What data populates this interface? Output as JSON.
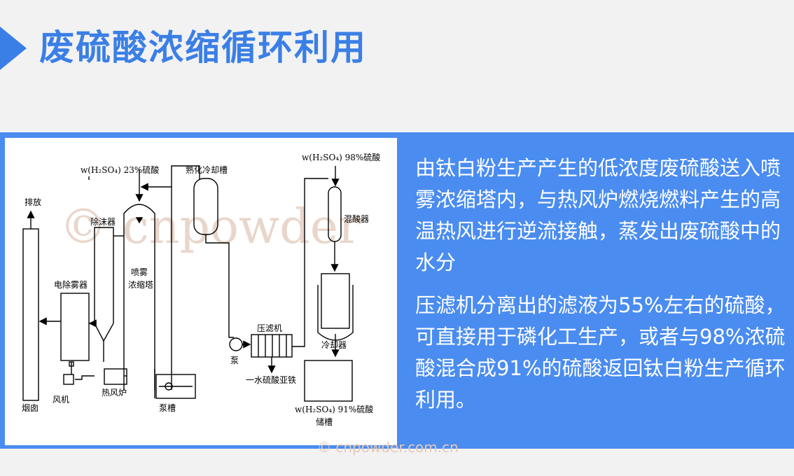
{
  "title": "废硫酸浓缩循环利用",
  "diagram": {
    "watermark": "© cnpowder",
    "labels": {
      "feed_acid": "w(H₂SO₄) 23%硫酸",
      "vent": "排放",
      "demister": "除沫器",
      "esp": "电除雾器",
      "tower": "喷雾\n浓缩塔",
      "aging_tank": "熟化冷却槽",
      "filter_press": "压滤机",
      "pump": "泵",
      "ferrous_sulfate": "一水硫酸亚铁",
      "chimney": "烟囱",
      "fan": "风机",
      "hot_air_furnace": "热风炉",
      "pump_tank": "泵槽",
      "conc_acid": "w(H₂SO₄) 98%硫酸",
      "mixer": "混酸器",
      "cooler": "冷却器",
      "product_acid": "w(H₂SO₄) 91%硫酸",
      "storage_tank": "储槽"
    }
  },
  "text": {
    "para1": "由钛白粉生产产生的低浓度废硫酸送入喷雾浓缩塔内，与热风炉燃烧燃料产生的高温热风进行逆流接触，蒸发出废硫酸中的水分",
    "para2": "压滤机分离出的滤液为55%左右的硫酸，可直接用于磷化工生产，或者与98%浓硫酸混合成91%的硫酸返回钛白粉生产循环利用。"
  },
  "footer": "© cnpowder.com.cn",
  "colors": {
    "accent": "#3a7fe6",
    "panel": "#4a8cf0",
    "background": "#f2f2f2"
  }
}
